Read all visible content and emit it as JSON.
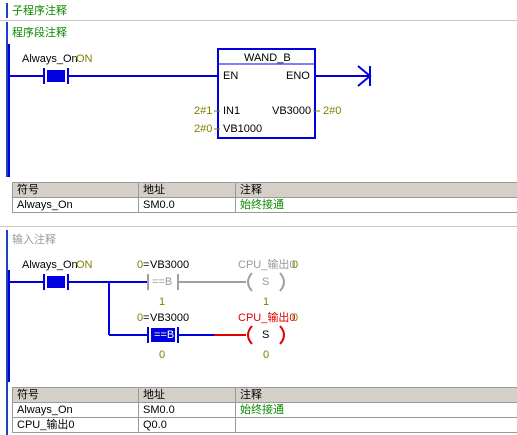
{
  "subroutine_comment": "子程序注释",
  "network1": {
    "comment": "程序段注释",
    "contact": {
      "name": "Always_On",
      "state": "ON"
    },
    "box": {
      "title": "WAND_B",
      "en": "EN",
      "eno": "ENO",
      "in1_pin": "IN1",
      "in1_value": "2#1",
      "in2_pin": "VB1000",
      "in2_value": "2#0",
      "out_pin": "VB3000",
      "out_value": "2#0"
    },
    "symbol_table": {
      "headers": [
        "符号",
        "地址",
        "注释"
      ],
      "rows": [
        {
          "symbol": "Always_On",
          "address": "SM0.0",
          "comment": "始终接通"
        }
      ]
    }
  },
  "network2": {
    "comment": "输入注释",
    "contact": {
      "name": "Always_On",
      "state": "ON"
    },
    "compare_top": {
      "operand": "VB3000",
      "value": "0",
      "op": "==B",
      "arg": "1"
    },
    "coil_top": {
      "name": "CPU_输出0",
      "value": "0",
      "type": "S",
      "count": "1"
    },
    "compare_bottom": {
      "operand": "VB3000",
      "value": "0",
      "op": "==B",
      "arg": "0"
    },
    "coil_bottom": {
      "name": "CPU_输出0",
      "value": "0",
      "type": "S",
      "count": "0"
    },
    "symbol_table": {
      "headers": [
        "符号",
        "地址",
        "注释"
      ],
      "rows": [
        {
          "symbol": "Always_On",
          "address": "SM0.0",
          "comment": "始终接通"
        },
        {
          "symbol": "CPU_输出0",
          "address": "Q0.0",
          "comment": ""
        }
      ]
    }
  },
  "colors": {
    "wire_active": "#0000e0",
    "wire_inactive": "#a0a0a0",
    "wire_red": "#e00000",
    "value_olive": "#808000",
    "comment_green": "#0a8a00",
    "header_gray": "#d4d0c8"
  }
}
